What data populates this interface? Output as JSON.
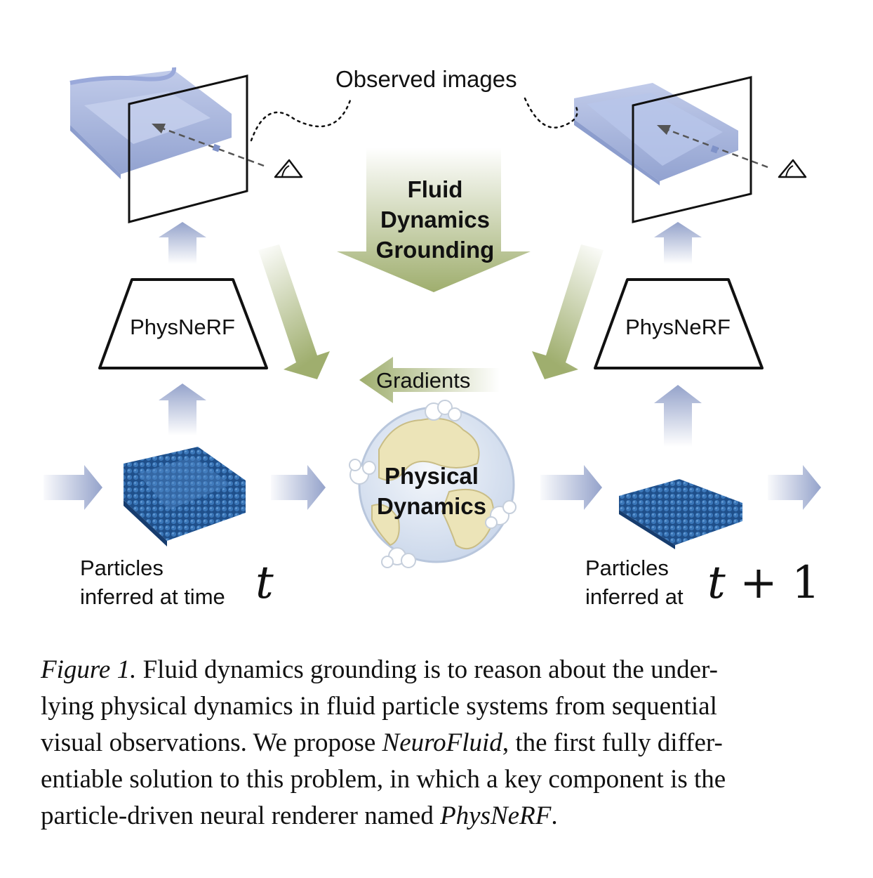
{
  "figure": {
    "observed_images_label": "Observed images",
    "fluid_dynamics_grounding": [
      "Fluid",
      "Dynamics",
      "Grounding"
    ],
    "renderer_left": "PhysNeRF",
    "renderer_right": "PhysNeRF",
    "gradients_label": "Gradients",
    "physical_dynamics": [
      "Physical",
      "Dynamics"
    ],
    "particles_t": [
      "Particles",
      "inferred at time"
    ],
    "particles_t_symbol": "t",
    "particles_t1": [
      "Particles",
      "inferred at"
    ],
    "particles_t1_symbol": "t",
    "particles_t1_plus": " + 1",
    "colors": {
      "fluid_blue": "#8e9fd0",
      "particle_blue": "#2f67a6",
      "green_arrow": "#9fae6e",
      "blue_arrow": "#8f9ec8"
    }
  },
  "caption": {
    "figure_label": "Figure 1.",
    "line1": " Fluid dynamics grounding is to reason about the under-",
    "line2": "lying physical dynamics in fluid particle systems from sequential",
    "line3a": "visual observations. We propose ",
    "line3_em": "NeuroFluid",
    "line3b": ", the first fully differ-",
    "line4": "entiable solution to this problem, in which a key component is the",
    "line5a": "particle-driven neural renderer named ",
    "line5_em": "PhysNeRF",
    "line5b": "."
  }
}
